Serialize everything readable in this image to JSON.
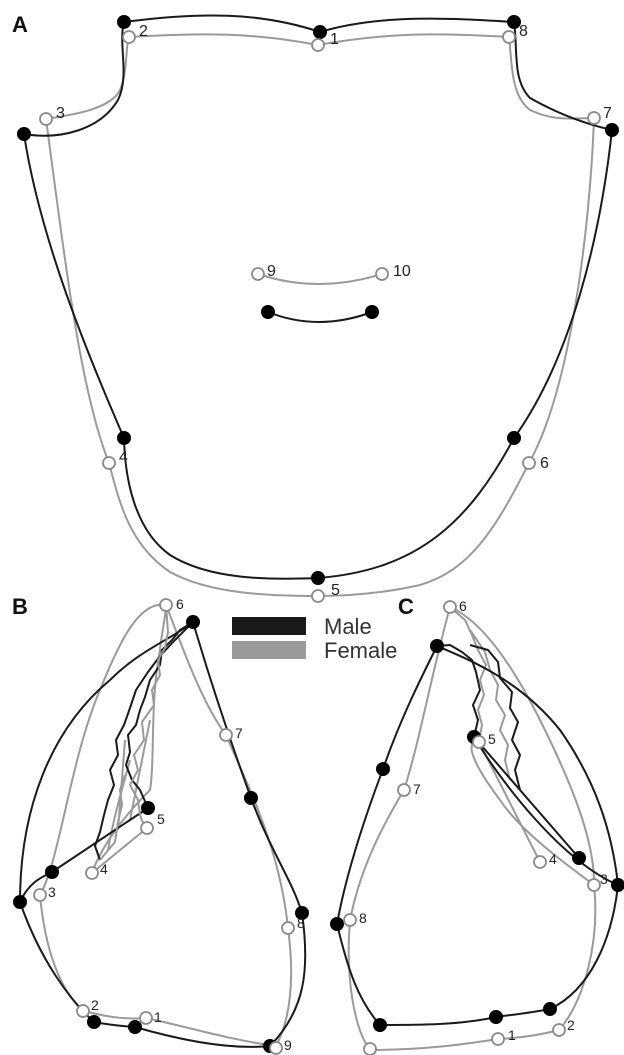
{
  "panels": {
    "a": {
      "label": "A",
      "landmarks": [
        "1",
        "2",
        "3",
        "4",
        "5",
        "6",
        "7",
        "8",
        "9",
        "10"
      ]
    },
    "b": {
      "label": "B",
      "landmarks": [
        "1",
        "2",
        "3",
        "4",
        "5",
        "6",
        "7",
        "8",
        "9"
      ]
    },
    "c": {
      "label": "C",
      "landmarks": [
        "1",
        "2",
        "3",
        "4",
        "5",
        "6",
        "7",
        "8"
      ]
    }
  },
  "legend": {
    "items": [
      {
        "label": "Male",
        "color": "#1a1a1a"
      },
      {
        "label": "Female",
        "color": "#9a9a9a"
      }
    ]
  },
  "colors": {
    "male": "#1a1a1a",
    "female": "#9a9a9a"
  }
}
